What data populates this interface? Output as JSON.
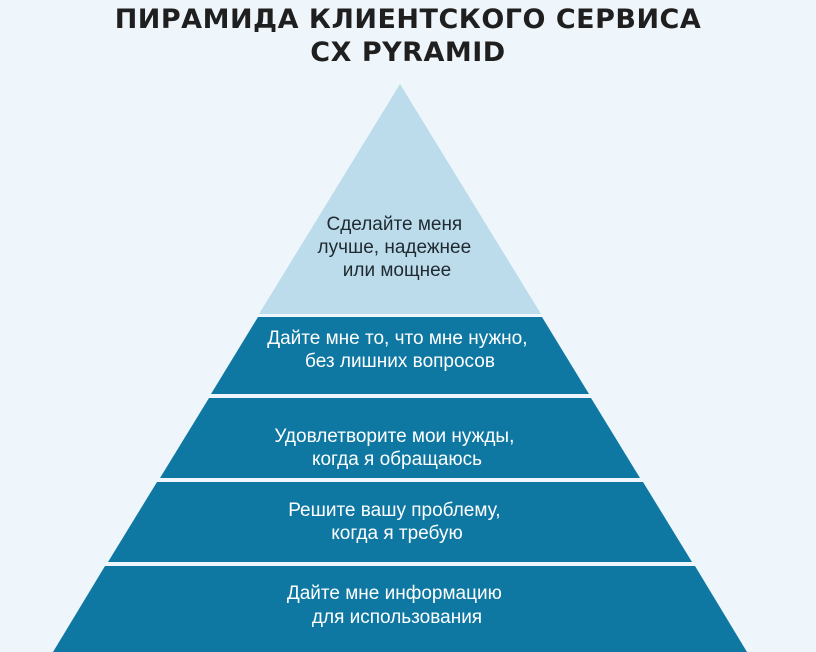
{
  "title": {
    "line1": "ПИРАМИДА КЛИЕНТСКОГО СЕРВИСА",
    "line2": "CX PYRAMID"
  },
  "colors": {
    "background": "#eef6fb",
    "apex_fill": "#bcdcec",
    "tier_fill": "#0e78a3",
    "apex_text": "#1f2a30",
    "tier_text": "#ffffff"
  },
  "tiers": [
    {
      "lines": [
        "Сделайте меня",
        "лучше, надежнее",
        "или мощнее"
      ]
    },
    {
      "lines": [
        "Дайте мне то, что мне нужно,",
        "без лишних вопросов"
      ]
    },
    {
      "lines": [
        "Удовлетворите мои нужды,",
        "когда я обращаюсь"
      ]
    },
    {
      "lines": [
        "Решите вашу проблему,",
        "когда я требую"
      ]
    },
    {
      "lines": [
        "Дайте мне информацию",
        "для использования"
      ]
    }
  ]
}
